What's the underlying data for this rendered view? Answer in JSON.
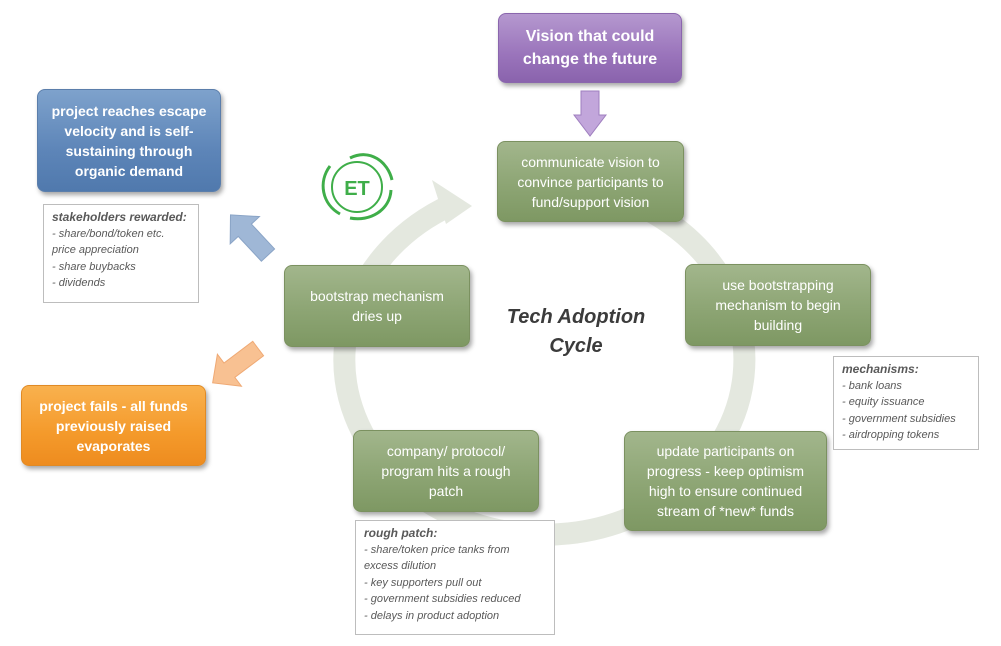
{
  "title": "Tech Adoption Cycle",
  "logo": {
    "text": "ET",
    "color": "#3fae49"
  },
  "vision": "Vision that could change the future",
  "cycle_steps": [
    "communicate vision to convince participants to fund/support vision",
    "use bootstrapping mechanism to begin building",
    "update participants on progress - keep optimism high to ensure continued stream of *new* funds",
    "company/ protocol/ program hits a rough patch",
    "bootstrap mechanism dries up"
  ],
  "outcomes": {
    "success": "project reaches escape velocity and is self-sustaining through organic demand",
    "failure": "project fails - all funds previously raised evaporates"
  },
  "notes": {
    "stakeholders": {
      "title": "stakeholders rewarded:",
      "items": [
        "- share/bond/token etc. price appreciation",
        "- share buybacks",
        "- dividends"
      ]
    },
    "mechanisms": {
      "title": "mechanisms:",
      "items": [
        "- bank loans",
        "- equity issuance",
        "- government subsidies",
        "- airdropping tokens"
      ]
    },
    "rough_patch": {
      "title": "rough patch:",
      "items": [
        "- share/token price tanks from excess dilution",
        "- key supporters pull out",
        "- government subsidies reduced",
        "- delays in product adoption"
      ]
    }
  },
  "colors": {
    "step_green": "#8da574",
    "vision_purple": "#9a74bb",
    "success_blue": "#5d85b8",
    "failure_orange": "#f49a2b",
    "cycle_ring": "#e4e8df"
  }
}
